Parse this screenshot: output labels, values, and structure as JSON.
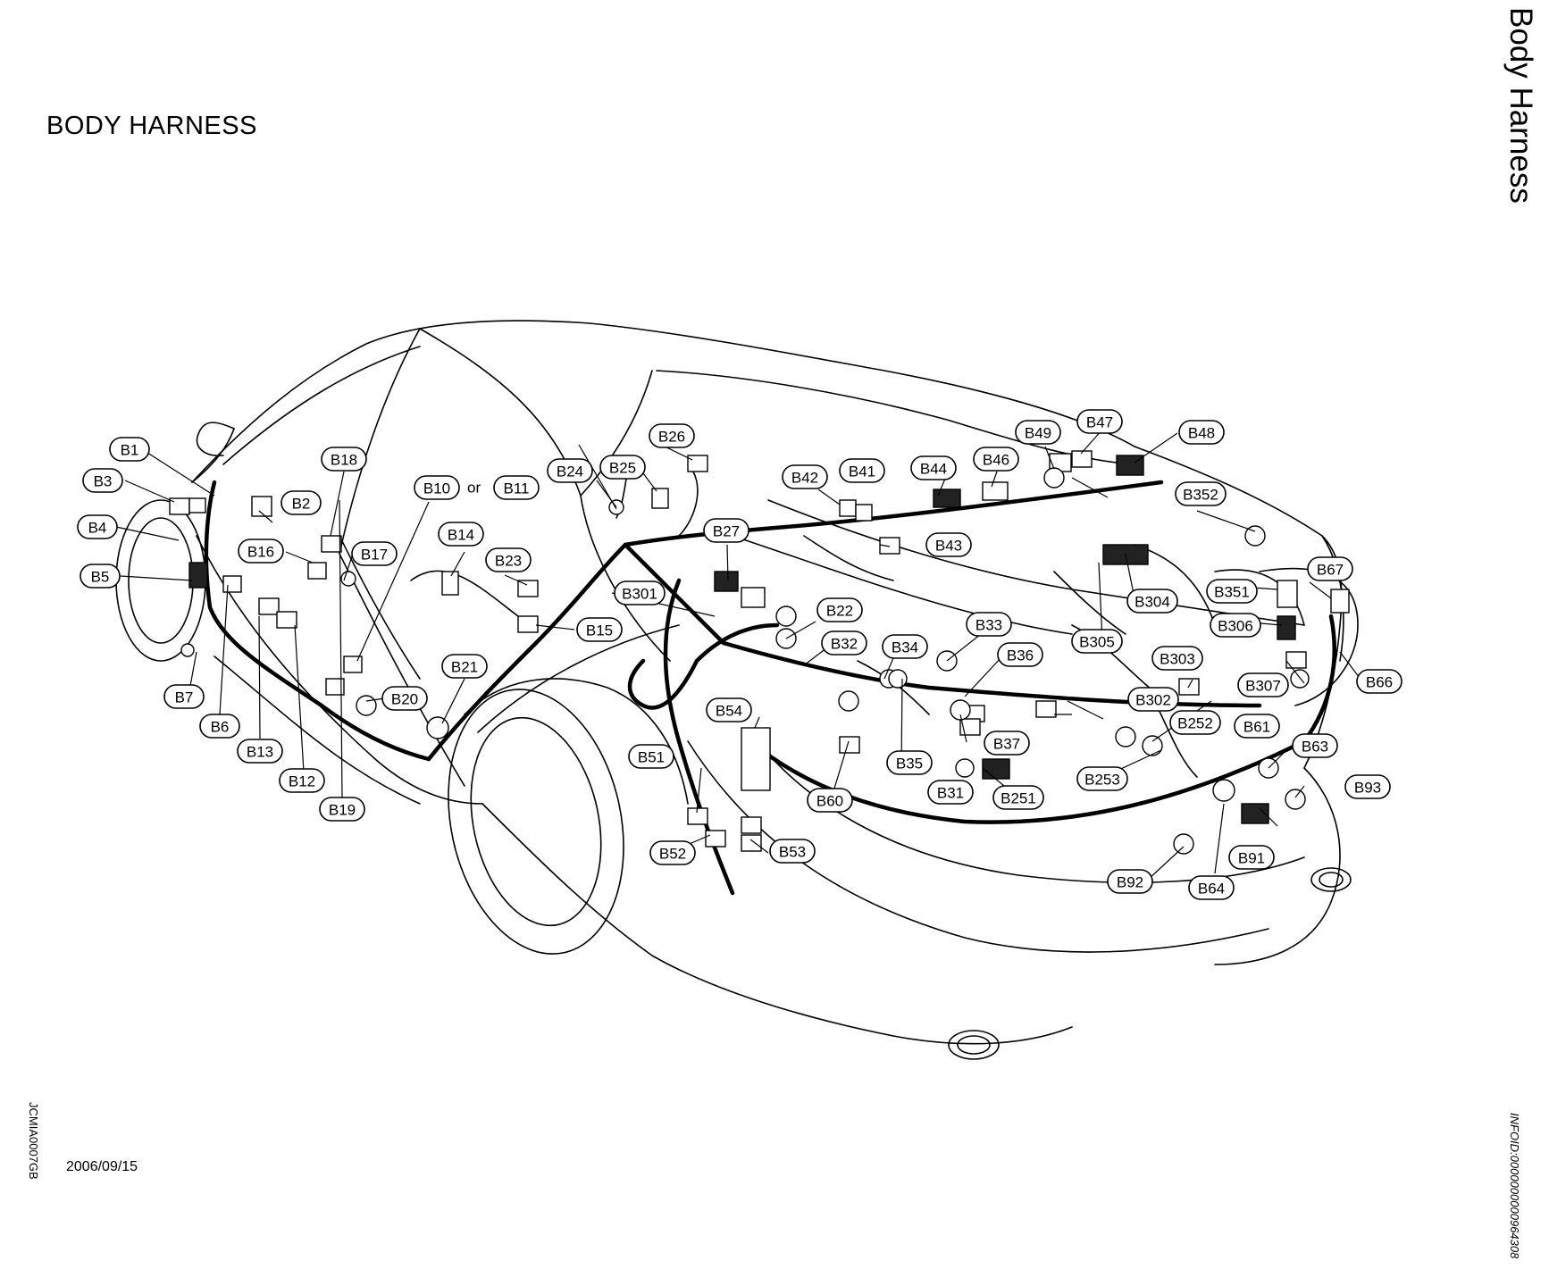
{
  "title": "BODY HARNESS",
  "side_title": "Body Harness",
  "figure_id": "JCMIA0007GB",
  "date": "2006/09/15",
  "info_id": "INFOID:0000000000964308",
  "or_text": "or",
  "connectors": [
    {
      "id": "B1",
      "label": "B1"
    },
    {
      "id": "B2",
      "label": "B2"
    },
    {
      "id": "B3",
      "label": "B3"
    },
    {
      "id": "B4",
      "label": "B4"
    },
    {
      "id": "B5",
      "label": "B5"
    },
    {
      "id": "B6",
      "label": "B6"
    },
    {
      "id": "B7",
      "label": "B7"
    },
    {
      "id": "B10",
      "label": "B10"
    },
    {
      "id": "B11",
      "label": "B11"
    },
    {
      "id": "B12",
      "label": "B12"
    },
    {
      "id": "B13",
      "label": "B13"
    },
    {
      "id": "B14",
      "label": "B14"
    },
    {
      "id": "B15",
      "label": "B15"
    },
    {
      "id": "B16",
      "label": "B16"
    },
    {
      "id": "B17",
      "label": "B17"
    },
    {
      "id": "B18",
      "label": "B18"
    },
    {
      "id": "B19",
      "label": "B19"
    },
    {
      "id": "B20",
      "label": "B20"
    },
    {
      "id": "B21",
      "label": "B21"
    },
    {
      "id": "B22",
      "label": "B22"
    },
    {
      "id": "B23",
      "label": "B23"
    },
    {
      "id": "B24",
      "label": "B24"
    },
    {
      "id": "B25",
      "label": "B25"
    },
    {
      "id": "B26",
      "label": "B26"
    },
    {
      "id": "B27",
      "label": "B27"
    },
    {
      "id": "B301",
      "label": "B301"
    },
    {
      "id": "B31",
      "label": "B31"
    },
    {
      "id": "B32",
      "label": "B32"
    },
    {
      "id": "B33",
      "label": "B33"
    },
    {
      "id": "B34",
      "label": "B34"
    },
    {
      "id": "B35",
      "label": "B35"
    },
    {
      "id": "B36",
      "label": "B36"
    },
    {
      "id": "B37",
      "label": "B37"
    },
    {
      "id": "B41",
      "label": "B41"
    },
    {
      "id": "B42",
      "label": "B42"
    },
    {
      "id": "B43",
      "label": "B43"
    },
    {
      "id": "B44",
      "label": "B44"
    },
    {
      "id": "B46",
      "label": "B46"
    },
    {
      "id": "B47",
      "label": "B47"
    },
    {
      "id": "B48",
      "label": "B48"
    },
    {
      "id": "B49",
      "label": "B49"
    },
    {
      "id": "B51",
      "label": "B51"
    },
    {
      "id": "B52",
      "label": "B52"
    },
    {
      "id": "B53",
      "label": "B53"
    },
    {
      "id": "B54",
      "label": "B54"
    },
    {
      "id": "B60",
      "label": "B60"
    },
    {
      "id": "B61",
      "label": "B61"
    },
    {
      "id": "B63",
      "label": "B63"
    },
    {
      "id": "B64",
      "label": "B64"
    },
    {
      "id": "B66",
      "label": "B66"
    },
    {
      "id": "B67",
      "label": "B67"
    },
    {
      "id": "B91",
      "label": "B91"
    },
    {
      "id": "B92",
      "label": "B92"
    },
    {
      "id": "B93",
      "label": "B93"
    },
    {
      "id": "B251",
      "label": "B251"
    },
    {
      "id": "B252",
      "label": "B252"
    },
    {
      "id": "B253",
      "label": "B253"
    },
    {
      "id": "B302",
      "label": "B302"
    },
    {
      "id": "B303",
      "label": "B303"
    },
    {
      "id": "B304",
      "label": "B304"
    },
    {
      "id": "B305",
      "label": "B305"
    },
    {
      "id": "B306",
      "label": "B306"
    },
    {
      "id": "B307",
      "label": "B307"
    },
    {
      "id": "B351",
      "label": "B351"
    },
    {
      "id": "B352",
      "label": "B352"
    }
  ]
}
